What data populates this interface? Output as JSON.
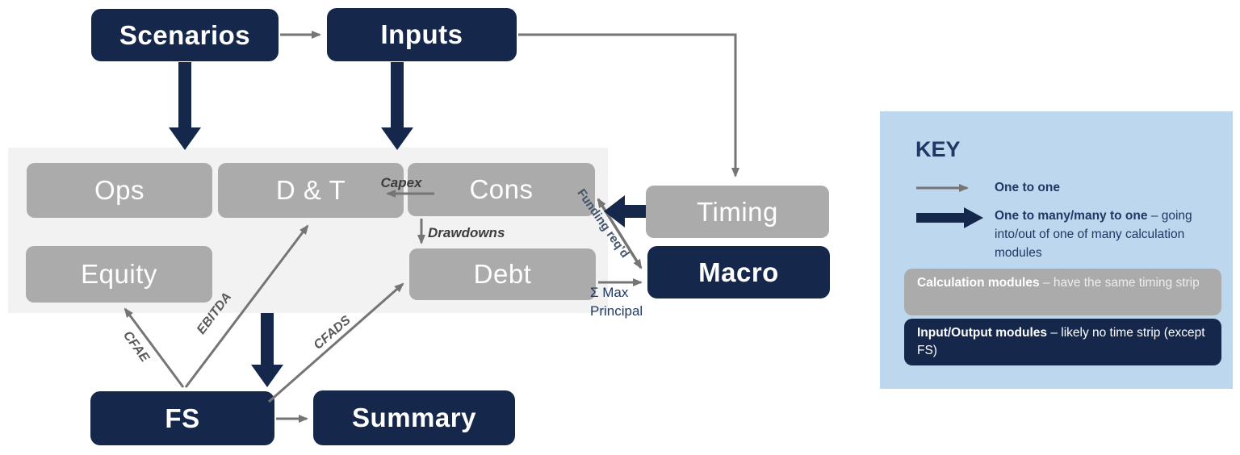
{
  "diagram": {
    "nodes": {
      "scenarios": {
        "label": "Scenarios",
        "type": "input-output"
      },
      "inputs": {
        "label": "Inputs",
        "type": "input-output"
      },
      "ops": {
        "label": "Ops",
        "type": "calculation"
      },
      "dt": {
        "label": "D & T",
        "type": "calculation"
      },
      "cons": {
        "label": "Cons",
        "type": "calculation"
      },
      "equity": {
        "label": "Equity",
        "type": "calculation"
      },
      "debt": {
        "label": "Debt",
        "type": "calculation"
      },
      "timing": {
        "label": "Timing",
        "type": "calculation"
      },
      "macro": {
        "label": "Macro",
        "type": "input-output"
      },
      "fs": {
        "label": "FS",
        "type": "input-output"
      },
      "summary": {
        "label": "Summary",
        "type": "input-output"
      }
    },
    "edge_labels": {
      "capex": "Capex",
      "drawdowns": "Drawdowns",
      "funding_reqd": "Funding req’d",
      "sigma_max_line1": "Σ Max",
      "sigma_max_line2": "Principal",
      "cfae": "CFAE",
      "ebitda": "EBITDA",
      "cfads": "CFADS"
    }
  },
  "key": {
    "title": "KEY",
    "one_to_one": "One to one",
    "one_to_many_bold": "One to many/many to one",
    "one_to_many_rest": " – going into/out of one of many calculation modules",
    "calc_bold": "Calculation modules",
    "calc_rest": " – have the same timing strip",
    "io_bold": "Input/Output modules",
    "io_rest": " – likely no time strip (except FS)"
  },
  "colors": {
    "navy": "#15284B",
    "module_gray": "#ABABAB",
    "panel_gray": "#F2F2F2",
    "key_blue": "#BDD7EE",
    "arrow_gray": "#757575",
    "label_navy": "#1F3864"
  }
}
